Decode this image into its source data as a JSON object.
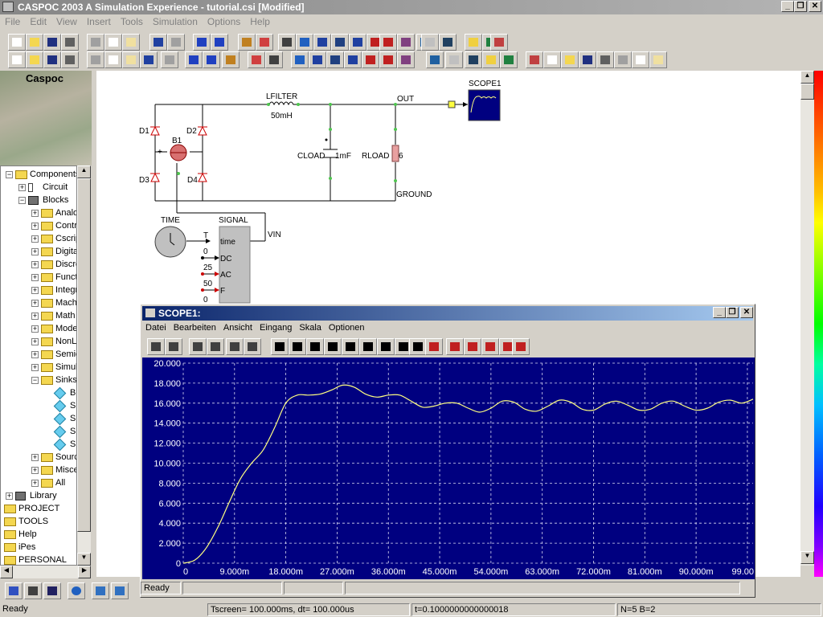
{
  "app": {
    "title": "CASPOC 2003 A Simulation Experience - tutorial.csi [Modified]",
    "logo_caption": "Caspoc"
  },
  "menu": [
    "File",
    "Edit",
    "View",
    "Insert",
    "Tools",
    "Simulation",
    "Options",
    "Help"
  ],
  "window_buttons": {
    "minimize": "_",
    "restore": "❐",
    "close": "✕"
  },
  "tree": {
    "items": [
      {
        "label": "Components",
        "expander": "−"
      },
      {
        "label": "Circuit",
        "expander": "+"
      },
      {
        "label": "Blocks",
        "expander": "−"
      },
      {
        "label": "Analog",
        "expander": "+"
      },
      {
        "label": "Control",
        "expander": "+"
      },
      {
        "label": "Cscript",
        "expander": "+"
      },
      {
        "label": "Digital",
        "expander": "+"
      },
      {
        "label": "Discrete",
        "expander": "+"
      },
      {
        "label": "Function",
        "expander": "+"
      },
      {
        "label": "Integral",
        "expander": "+"
      },
      {
        "label": "Machine",
        "expander": "+"
      },
      {
        "label": "Math",
        "expander": "+"
      },
      {
        "label": "Modeling",
        "expander": "+"
      },
      {
        "label": "NonLin",
        "expander": "+"
      },
      {
        "label": "Semico",
        "expander": "+"
      },
      {
        "label": "Simulin",
        "expander": "+"
      },
      {
        "label": "Sinks",
        "expander": "−"
      },
      {
        "label": "BC"
      },
      {
        "label": "SC"
      },
      {
        "label": "SH"
      },
      {
        "label": "SH"
      },
      {
        "label": "SH"
      },
      {
        "label": "Sources",
        "expander": "+"
      },
      {
        "label": "Miscella",
        "expander": "+"
      },
      {
        "label": "All",
        "expander": "+"
      },
      {
        "label": "Library",
        "expander": "+"
      },
      {
        "label": "PROJECT"
      },
      {
        "label": "TOOLS"
      },
      {
        "label": "Help"
      },
      {
        "label": "iPes"
      },
      {
        "label": "PERSONAL"
      }
    ]
  },
  "circuit": {
    "labels": {
      "d1": "D1",
      "d2": "D2",
      "d3": "D3",
      "d4": "D4",
      "b1": "B1",
      "b1_plus": "+",
      "b1_minus": "-",
      "lfilter": "LFILTER",
      "lfilter_value": "50mH",
      "out": "OUT",
      "cload": "CLOAD",
      "cload_value": "1mF",
      "rload": "RLOAD",
      "rload_value": "6",
      "ground": "GROUND",
      "scope1": "SCOPE1",
      "time": "TIME",
      "signal": "SIGNAL",
      "vin": "VIN",
      "t": "T",
      "time_port": "time",
      "dc_value": "0",
      "dc": "DC",
      "ac_value": "25",
      "ac": "AC",
      "f_value": "50",
      "f": "F",
      "last_value": "0"
    }
  },
  "scope": {
    "title": "SCOPE1:",
    "menu": [
      "Datei",
      "Bearbeiten",
      "Ansicht",
      "Eingang",
      "Skala",
      "Optionen"
    ],
    "status": "Ready",
    "chart_data": {
      "type": "line",
      "title": "",
      "xlabel": "",
      "ylabel": "",
      "xlim": [
        0,
        0.1
      ],
      "ylim": [
        0,
        20
      ],
      "grid": true,
      "x_tick_labels": [
        "0",
        "9.000m",
        "18.000m",
        "27.000m",
        "36.000m",
        "45.000m",
        "54.000m",
        "63.000m",
        "72.000m",
        "81.000m",
        "90.000m",
        "99.00"
      ],
      "y_tick_labels": [
        "0",
        "2.000",
        "4.000",
        "6.000",
        "8.000",
        "10.000",
        "12.000",
        "14.000",
        "16.000",
        "18.000",
        "20.000"
      ],
      "series": [
        {
          "color": "#ffff80",
          "x": [
            0,
            0.002,
            0.004,
            0.006,
            0.008,
            0.01,
            0.012,
            0.014,
            0.016,
            0.018,
            0.02,
            0.022,
            0.024,
            0.026,
            0.028,
            0.03,
            0.032,
            0.034,
            0.036,
            0.038,
            0.04,
            0.042,
            0.044,
            0.046,
            0.048,
            0.05,
            0.052,
            0.054,
            0.056,
            0.058,
            0.06,
            0.062,
            0.064,
            0.066,
            0.068,
            0.07,
            0.072,
            0.074,
            0.076,
            0.078,
            0.08,
            0.082,
            0.084,
            0.086,
            0.088,
            0.09,
            0.092,
            0.094,
            0.096,
            0.098,
            0.1
          ],
          "y": [
            0,
            0.3,
            1.5,
            3.5,
            6.0,
            8.4,
            10.0,
            11.3,
            13.5,
            16.0,
            16.8,
            16.8,
            16.9,
            17.3,
            17.8,
            17.6,
            16.9,
            16.6,
            16.8,
            16.8,
            16.2,
            15.6,
            15.7,
            16.0,
            16.0,
            15.5,
            15.1,
            15.5,
            16.2,
            16.1,
            15.4,
            15.2,
            15.7,
            16.3,
            16.1,
            15.4,
            15.3,
            15.9,
            16.2,
            15.8,
            15.3,
            15.4,
            16.0,
            16.2,
            15.7,
            15.3,
            15.5,
            16.1,
            16.3,
            16.0,
            16.4
          ]
        }
      ]
    }
  },
  "status": {
    "left": "Ready",
    "tscreen": "Tscreen= 100.000ms, dt= 100.000us",
    "time": "t=0.1000000000000018",
    "counts": "N=5 B=2"
  }
}
